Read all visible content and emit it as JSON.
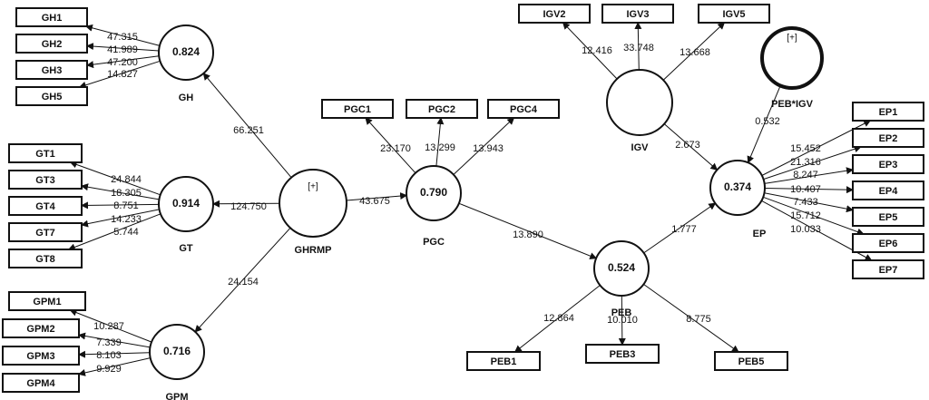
{
  "latent_nodes": [
    {
      "id": "GH",
      "name": "GH",
      "value": "0.824"
    },
    {
      "id": "GT",
      "name": "GT",
      "value": "0.914"
    },
    {
      "id": "GPM",
      "name": "GPM",
      "value": "0.716"
    },
    {
      "id": "GHRMP",
      "name": "GHRMP",
      "value": "[+]"
    },
    {
      "id": "PGC",
      "name": "PGC",
      "value": "0.790"
    },
    {
      "id": "PEB",
      "name": "PEB",
      "value": "0.524"
    },
    {
      "id": "IGV",
      "name": "IGV",
      "value": ""
    },
    {
      "id": "PEBIGV",
      "name": "PEB*IGV",
      "value": "[+]"
    },
    {
      "id": "EP",
      "name": "EP",
      "value": "0.374"
    }
  ],
  "indicators": [
    "GH1",
    "GH2",
    "GH3",
    "GH5",
    "GT1",
    "GT3",
    "GT4",
    "GT7",
    "GT8",
    "GPM1",
    "GPM2",
    "GPM3",
    "GPM4",
    "PGC1",
    "PGC2",
    "PGC4",
    "IGV2",
    "IGV3",
    "IGV5",
    "PEB1",
    "PEB3",
    "PEB5",
    "EP1",
    "EP2",
    "EP3",
    "EP4",
    "EP5",
    "EP6",
    "EP7"
  ],
  "edges": [
    {
      "from": "GHRMP",
      "to": "GH",
      "label": "66.251"
    },
    {
      "from": "GHRMP",
      "to": "GT",
      "label": "124.750"
    },
    {
      "from": "GHRMP",
      "to": "GPM",
      "label": "24.154"
    },
    {
      "from": "GHRMP",
      "to": "PGC",
      "label": "43.675"
    },
    {
      "from": "PGC",
      "to": "PEB",
      "label": "13.890"
    },
    {
      "from": "PEB",
      "to": "EP",
      "label": "1.777"
    },
    {
      "from": "IGV",
      "to": "EP",
      "label": "2.673"
    },
    {
      "from": "PEBIGV",
      "to": "EP",
      "label": "0.532"
    },
    {
      "from": "GH",
      "to": "GH1",
      "label": "47.315"
    },
    {
      "from": "GH",
      "to": "GH2",
      "label": "41.989"
    },
    {
      "from": "GH",
      "to": "GH3",
      "label": "47.200"
    },
    {
      "from": "GH",
      "to": "GH5",
      "label": "14.827"
    },
    {
      "from": "GT",
      "to": "GT1",
      "label": "24.844"
    },
    {
      "from": "GT",
      "to": "GT3",
      "label": "18.305"
    },
    {
      "from": "GT",
      "to": "GT4",
      "label": "8.751"
    },
    {
      "from": "GT",
      "to": "GT7",
      "label": "14.233"
    },
    {
      "from": "GT",
      "to": "GT8",
      "label": "5.744"
    },
    {
      "from": "GPM",
      "to": "GPM1",
      "label": "10.287"
    },
    {
      "from": "GPM",
      "to": "GPM2",
      "label": "7.339"
    },
    {
      "from": "GPM",
      "to": "GPM3",
      "label": "8.103"
    },
    {
      "from": "GPM",
      "to": "GPM4",
      "label": "9.929"
    },
    {
      "from": "PGC",
      "to": "PGC1",
      "label": "23.170"
    },
    {
      "from": "PGC",
      "to": "PGC2",
      "label": "13.299"
    },
    {
      "from": "PGC",
      "to": "PGC4",
      "label": "13.943"
    },
    {
      "from": "IGV",
      "to": "IGV2",
      "label": "12.416"
    },
    {
      "from": "IGV",
      "to": "IGV3",
      "label": "33.748"
    },
    {
      "from": "IGV",
      "to": "IGV5",
      "label": "13.668"
    },
    {
      "from": "PEB",
      "to": "PEB1",
      "label": "12.864"
    },
    {
      "from": "PEB",
      "to": "PEB3",
      "label": "10.010"
    },
    {
      "from": "PEB",
      "to": "PEB5",
      "label": "8.775"
    },
    {
      "from": "EP",
      "to": "EP1",
      "label": "15.452"
    },
    {
      "from": "EP",
      "to": "EP2",
      "label": "21.316"
    },
    {
      "from": "EP",
      "to": "EP3",
      "label": "8.247"
    },
    {
      "from": "EP",
      "to": "EP4",
      "label": "10.407"
    },
    {
      "from": "EP",
      "to": "EP5",
      "label": "7.433"
    },
    {
      "from": "EP",
      "to": "EP6",
      "label": "15.712"
    },
    {
      "from": "EP",
      "to": "EP7",
      "label": "10.033"
    }
  ]
}
